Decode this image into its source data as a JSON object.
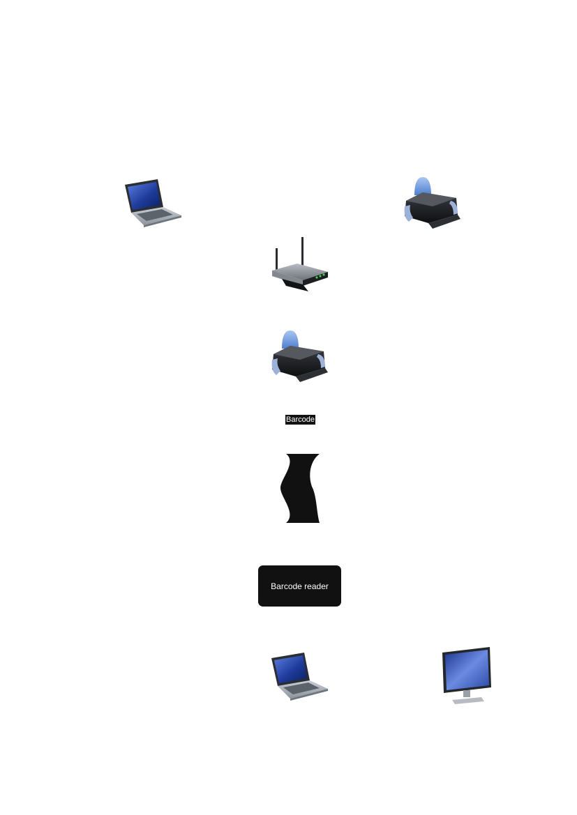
{
  "diagram": {
    "nodes": [
      {
        "id": "laptop-a",
        "icon": "laptop-icon"
      },
      {
        "id": "printer-a",
        "icon": "printer-icon"
      },
      {
        "id": "router",
        "icon": "wireless-router-icon"
      },
      {
        "id": "printer-b",
        "icon": "printer-icon"
      },
      {
        "id": "barcode",
        "icon": "barcode-wave-shape",
        "label": "Barcode"
      },
      {
        "id": "barcode-reader",
        "icon": "rounded-box",
        "label": "Barcode reader"
      },
      {
        "id": "laptop-b",
        "icon": "laptop-icon"
      },
      {
        "id": "monitor",
        "icon": "monitor-icon"
      }
    ],
    "barcode_label": "Barcode",
    "reader_label": "Barcode reader"
  },
  "colors": {
    "shape_fill": "#111111",
    "label_text": "#ffffff",
    "screen_blue": "#2a4aa8"
  }
}
